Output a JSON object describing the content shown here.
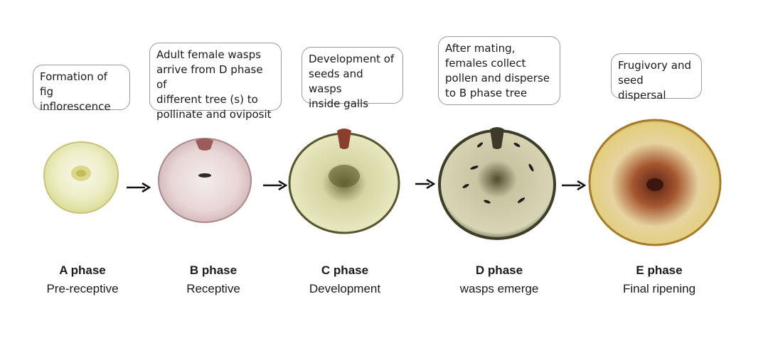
{
  "phases": [
    {
      "box": "Formation of fig\ninflorescence",
      "name": "A phase",
      "desc": "Pre-receptive"
    },
    {
      "box": "Adult female wasps\narrive from D phase of\ndifferent tree (s) to\npollinate and oviposit",
      "name": "B phase",
      "desc": "Receptive"
    },
    {
      "box": "Development of\nseeds and wasps\ninside galls",
      "name": "C phase",
      "desc": "Development"
    },
    {
      "box": " After mating,\nfemales collect\npollen and disperse\nto B phase tree",
      "name": "D phase",
      "desc": "wasps emerge"
    },
    {
      "box": "Frugivory and\nseed dispersal",
      "name": "E phase",
      "desc": "Final ripening"
    }
  ],
  "colors": {
    "fig_a": "#e9eab0",
    "fig_b": "#e6cfcf",
    "fig_c": "#c8c98d",
    "fig_d": "#c9c5a5",
    "fig_e": "#e2c97a"
  }
}
